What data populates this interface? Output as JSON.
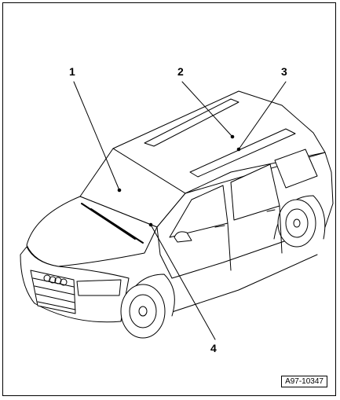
{
  "figure": {
    "reference_code": "A97-10347",
    "callouts": [
      {
        "label": "1"
      },
      {
        "label": "2"
      },
      {
        "label": "3"
      },
      {
        "label": "4"
      }
    ]
  }
}
